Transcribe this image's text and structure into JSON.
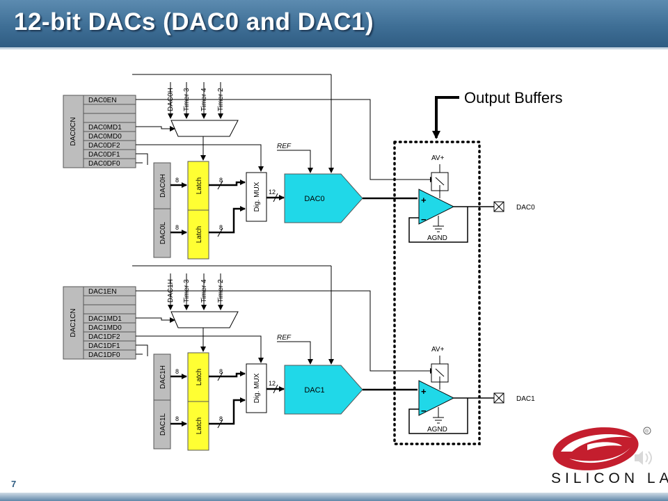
{
  "slide": {
    "title": "12-bit DACs (DAC0 and DAC1)",
    "page_number": "7"
  },
  "callout": {
    "label": "Output Buffers"
  },
  "logo": {
    "text": "SILICON LABS",
    "registered": "®"
  },
  "channels": [
    {
      "control_register": "DAC0CN",
      "register_bits": [
        "DAC0EN",
        "",
        "",
        "DAC0MD1",
        "DAC0MD0",
        "DAC0DF2",
        "DAC0DF1",
        "DAC0DF0"
      ],
      "trigger_inputs": [
        "DAC0H",
        "Timer 3",
        "Timer 4",
        "Timer 2"
      ],
      "data_high": "DAC0H",
      "data_low": "DAC0L",
      "latch_high": "Latch",
      "latch_low": "Latch",
      "bus_high_width": "8",
      "bus_high_out": "8",
      "bus_low_width": "8",
      "bus_low_out": "8",
      "mux_label": "Dig. MUX",
      "mux_bus": "12",
      "ref_label": "REF",
      "dac_label": "DAC0",
      "supply": "AV+",
      "ground": "AGND",
      "plus": "+",
      "minus": "−",
      "output_pin": "DAC0"
    },
    {
      "control_register": "DAC1CN",
      "register_bits": [
        "DAC1EN",
        "",
        "",
        "DAC1MD1",
        "DAC1MD0",
        "DAC1DF2",
        "DAC1DF1",
        "DAC1DF0"
      ],
      "trigger_inputs": [
        "DAC1H",
        "Timer 3",
        "Timer 4",
        "Timer 2"
      ],
      "data_high": "DAC1H",
      "data_low": "DAC1L",
      "latch_high": "Latch",
      "latch_low": "Latch",
      "bus_high_width": "8",
      "bus_high_out": "8",
      "bus_low_width": "8",
      "bus_low_out": "8",
      "mux_label": "Dig. MUX",
      "mux_bus": "12",
      "ref_label": "REF",
      "dac_label": "DAC1",
      "supply": "AV+",
      "ground": "AGND",
      "plus": "+",
      "minus": "−",
      "output_pin": "DAC1"
    }
  ],
  "colors": {
    "title_bar": "#3f6f96",
    "dac_fill": "#20d8e8",
    "latch_fill": "#ffff33",
    "register_fill": "#bdbdbd",
    "logo_red": "#c41e2e"
  }
}
